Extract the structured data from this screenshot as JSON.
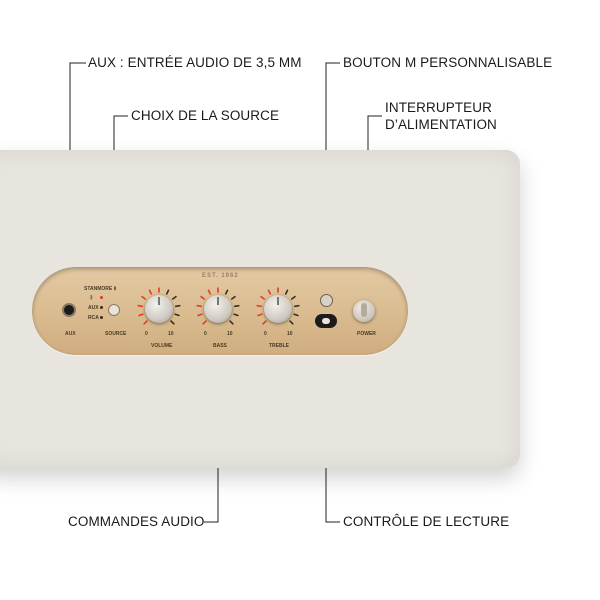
{
  "callouts": {
    "aux": "AUX : ENTRÉE AUDIO DE 3,5 MM",
    "source": "CHOIX DE LA SOURCE",
    "m_button": "BOUTON M PERSONNALISABLE",
    "power_line1": "INTERRUPTEUR",
    "power_line2": "D’ALIMENTATION",
    "audio_controls": "COMMANDES AUDIO",
    "playback": "CONTRÔLE DE LECTURE"
  },
  "panel": {
    "model": "STANMORE Ⅱ",
    "est": "EST. 1962",
    "aux_label": "AUX",
    "source_label": "SOURCE",
    "source_bt": "ᛒ",
    "source_aux": "AUX",
    "source_rca": "RCA",
    "volume": "VOLUME",
    "bass": "BASS",
    "treble": "TREBLE",
    "power": "POWER",
    "scale_min": "0",
    "scale_max": "10"
  },
  "colors": {
    "led_active": "#e23b2a",
    "led_idle": "#3a2e22",
    "panel_wood": "#d9bb8f",
    "speaker_body": "#e8e4de"
  },
  "icons": [
    "jack-icon",
    "source-button",
    "knob-icon",
    "m-button",
    "playback-toggle-icon",
    "power-toggle-icon"
  ]
}
